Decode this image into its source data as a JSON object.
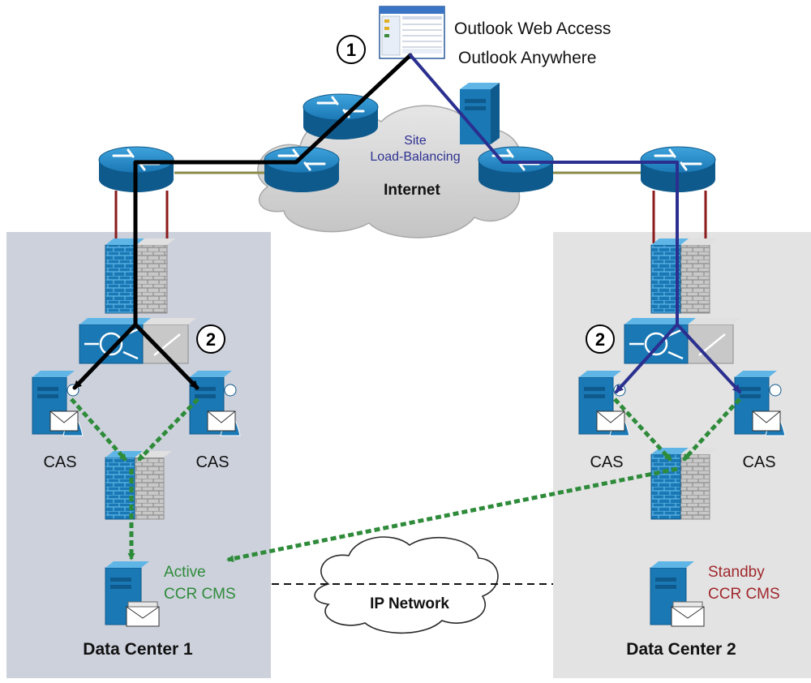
{
  "client": {
    "line1": "Outlook Web Access",
    "line2": "Outlook Anywhere"
  },
  "internet": {
    "site_lb_line1": "Site",
    "site_lb_line2": "Load-Balancing",
    "label": "Internet"
  },
  "markers": {
    "step1": "1",
    "step2_dc1": "2",
    "step2_dc2": "2"
  },
  "dc1": {
    "title": "Data Center 1",
    "cas_left": "CAS",
    "cas_right": "CAS",
    "db_status": "Active",
    "db_name": "CCR CMS"
  },
  "dc2": {
    "title": "Data Center 2",
    "cas_left": "CAS",
    "cas_right": "CAS",
    "db_status": "Standby",
    "db_name": "CCR CMS"
  },
  "ip_network": {
    "label": "IP Network"
  },
  "colors": {
    "dc1_bg": "#cdd1dc",
    "dc2_bg": "#e3e3e3",
    "device_blue": "#1a78b5",
    "path_black": "#000000",
    "path_navy": "#2b2f8f",
    "replication_green": "#2e8b3a",
    "active_green": "#2e8b3a",
    "standby_red": "#a0282d",
    "site_lb_blue": "#2e3192",
    "trunk_olive": "#8a8a4a",
    "link_red": "#8b1a1a"
  }
}
